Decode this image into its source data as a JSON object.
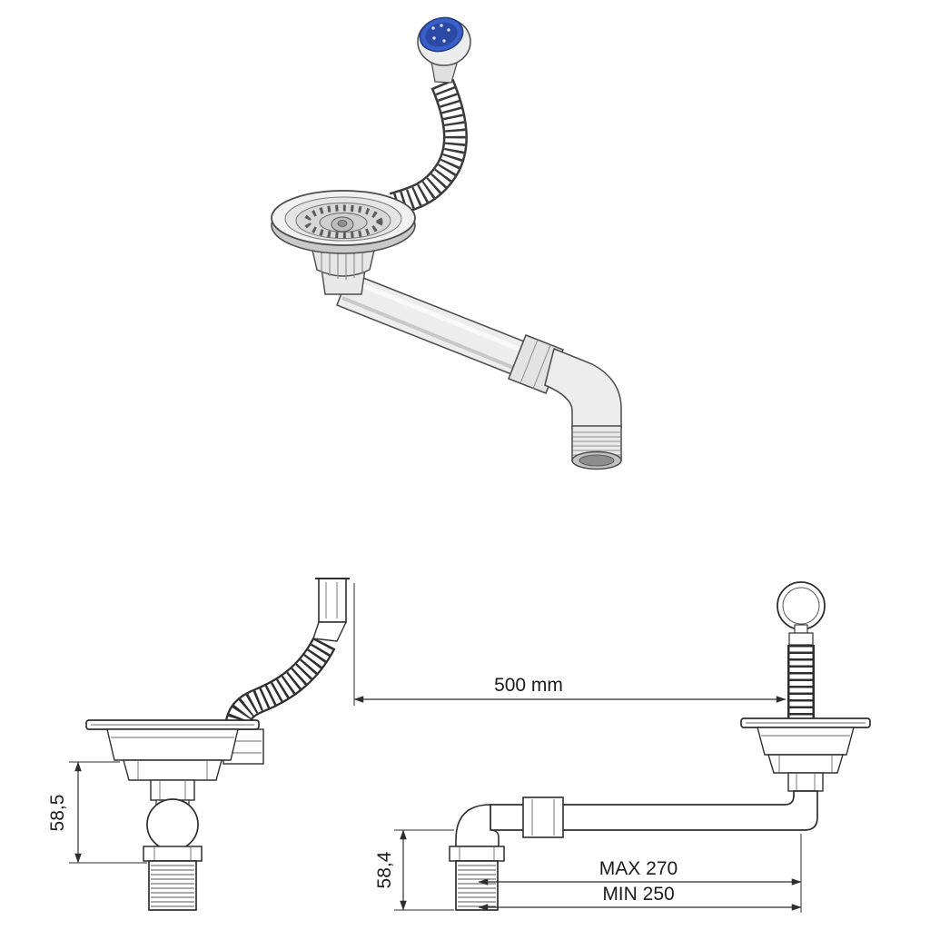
{
  "dimensions": {
    "hose_length": "500 mm",
    "left_outlet_height": "58,5",
    "trap_outlet_height": "58,4",
    "pipe_max_length": "MAX 270",
    "pipe_min_length": "MIN 250"
  },
  "colors": {
    "background": "#ffffff",
    "line": "#2e2e2e",
    "overflow_cap_blue": "#3a5fc8",
    "overflow_cap_blue_dark": "#2b4aa6",
    "metal_light": "#f1f1f1",
    "metal_mid": "#d7d7d7",
    "metal_shadow": "#c2c2c2"
  }
}
